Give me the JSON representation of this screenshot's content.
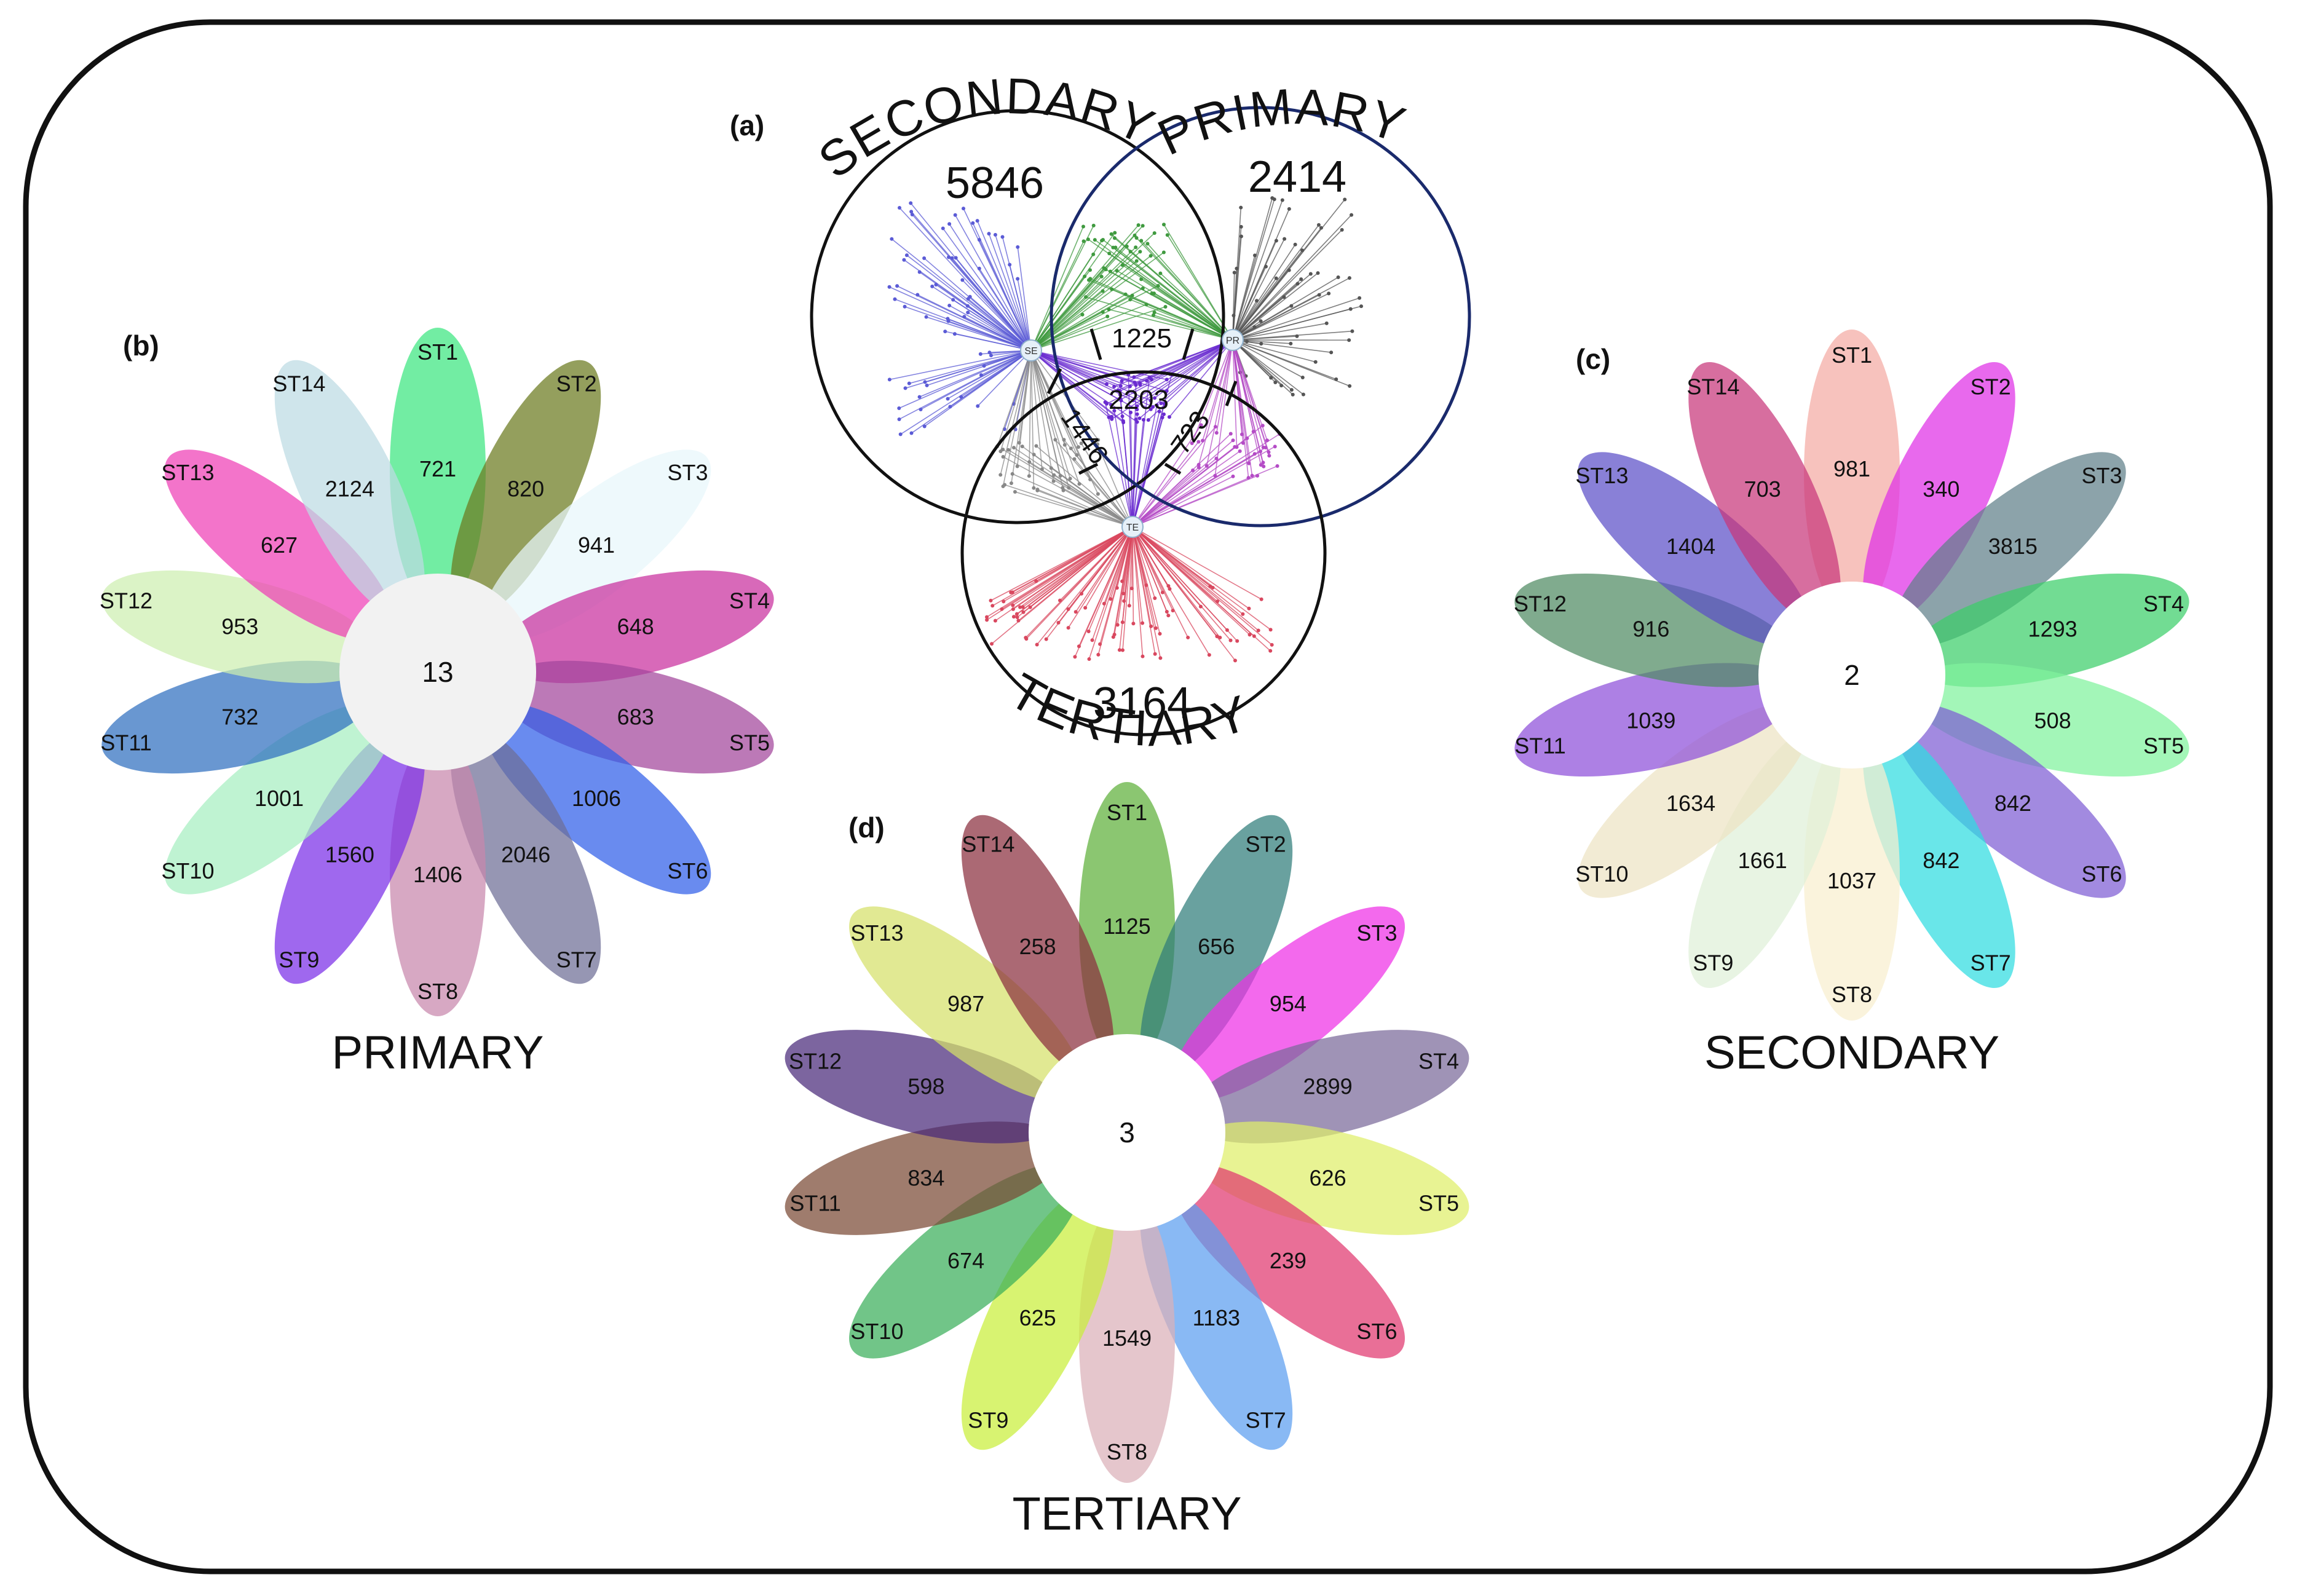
{
  "panels": {
    "a": {
      "label": "(a)"
    },
    "b": {
      "label": "(b)"
    },
    "c": {
      "label": "(c)"
    },
    "d": {
      "label": "(d)"
    }
  },
  "venn": {
    "sets": [
      {
        "key": "secondary",
        "label": "SECONDARY",
        "count": "5846",
        "hub": "SE",
        "color": "#111111"
      },
      {
        "key": "primary",
        "label": "PRIMARY",
        "count": "2414",
        "hub": "PR",
        "color": "#1a2a6c"
      },
      {
        "key": "tertiary",
        "label": "TERTIARY",
        "count": "3164",
        "hub": "TE",
        "color": "#111111"
      }
    ],
    "overlaps": {
      "secondary_primary": "1225",
      "secondary_tertiary": "1446",
      "primary_tertiary": "723",
      "all": "2203"
    },
    "edge_colors": {
      "secondary_only": "#5b5bd6",
      "primary_only": "#555555",
      "tertiary_only": "#d9485f",
      "secondary_primary": "#3f9a3f",
      "primary_tertiary": "#b44bc6",
      "secondary_tertiary": "#888888",
      "all": "#6a2bd0"
    }
  },
  "flowers": [
    {
      "key": "primary",
      "title": "PRIMARY",
      "center": "13",
      "petals": [
        {
          "label": "ST1",
          "value": "721",
          "color": "#3ce67f"
        },
        {
          "label": "ST2",
          "value": "820",
          "color": "#6b7a1f"
        },
        {
          "label": "ST3",
          "value": "941",
          "color": "#e8f6fb"
        },
        {
          "label": "ST4",
          "value": "648",
          "color": "#c92f9e"
        },
        {
          "label": "ST5",
          "value": "683",
          "color": "#a2459b"
        },
        {
          "label": "ST6",
          "value": "1006",
          "color": "#2f5ee9"
        },
        {
          "label": "ST7",
          "value": "2046",
          "color": "#6e6e96"
        },
        {
          "label": "ST8",
          "value": "1406",
          "color": "#c887ac"
        },
        {
          "label": "ST9",
          "value": "1560",
          "color": "#7a2ee8"
        },
        {
          "label": "ST10",
          "value": "1001",
          "color": "#a6eec0"
        },
        {
          "label": "ST11",
          "value": "732",
          "color": "#2f6fbf"
        },
        {
          "label": "ST12",
          "value": "953",
          "color": "#cdeeb0"
        },
        {
          "label": "ST13",
          "value": "627",
          "color": "#ee3fb5"
        },
        {
          "label": "ST14",
          "value": "2124",
          "color": "#bcdbe3"
        }
      ]
    },
    {
      "key": "secondary",
      "title": "SECONDARY",
      "center": "2",
      "petals": [
        {
          "label": "ST1",
          "value": "981",
          "color": "#f4aba3"
        },
        {
          "label": "ST2",
          "value": "340",
          "color": "#df2fe6"
        },
        {
          "label": "ST3",
          "value": "3815",
          "color": "#5f8089"
        },
        {
          "label": "ST4",
          "value": "1293",
          "color": "#3ccf6a"
        },
        {
          "label": "ST5",
          "value": "508",
          "color": "#7ff29c"
        },
        {
          "label": "ST6",
          "value": "842",
          "color": "#7e5dd4"
        },
        {
          "label": "ST7",
          "value": "842",
          "color": "#2fdde0"
        },
        {
          "label": "ST8",
          "value": "1037",
          "color": "#f8efcf"
        },
        {
          "label": "ST9",
          "value": "1661",
          "color": "#dff0d8"
        },
        {
          "label": "ST10",
          "value": "1634",
          "color": "#ede3c3"
        },
        {
          "label": "ST11",
          "value": "1039",
          "color": "#8d4fd9"
        },
        {
          "label": "ST12",
          "value": "916",
          "color": "#4f8a62"
        },
        {
          "label": "ST13",
          "value": "1404",
          "color": "#5b4fc8"
        },
        {
          "label": "ST14",
          "value": "703",
          "color": "#c8367a"
        }
      ]
    },
    {
      "key": "tertiary",
      "title": "TERTIARY",
      "center": "3",
      "petals": [
        {
          "label": "ST1",
          "value": "1125",
          "color": "#5eb03a"
        },
        {
          "label": "ST2",
          "value": "656",
          "color": "#2f7d7a"
        },
        {
          "label": "ST3",
          "value": "954",
          "color": "#ee2fe6"
        },
        {
          "label": "ST4",
          "value": "2899",
          "color": "#7a6a9a"
        },
        {
          "label": "ST5",
          "value": "626",
          "color": "#dfef6a"
        },
        {
          "label": "ST6",
          "value": "239",
          "color": "#e0386f"
        },
        {
          "label": "ST7",
          "value": "1183",
          "color": "#5b9ef0"
        },
        {
          "label": "ST8",
          "value": "1549",
          "color": "#dbb0b8"
        },
        {
          "label": "ST9",
          "value": "625",
          "color": "#c9ef3a"
        },
        {
          "label": "ST10",
          "value": "674",
          "color": "#3aae5a"
        },
        {
          "label": "ST11",
          "value": "834",
          "color": "#7a4a35"
        },
        {
          "label": "ST12",
          "value": "598",
          "color": "#4a2a7a"
        },
        {
          "label": "ST13",
          "value": "987",
          "color": "#d5e06a"
        },
        {
          "label": "ST14",
          "value": "258",
          "color": "#8a2f3f"
        }
      ]
    }
  ]
}
